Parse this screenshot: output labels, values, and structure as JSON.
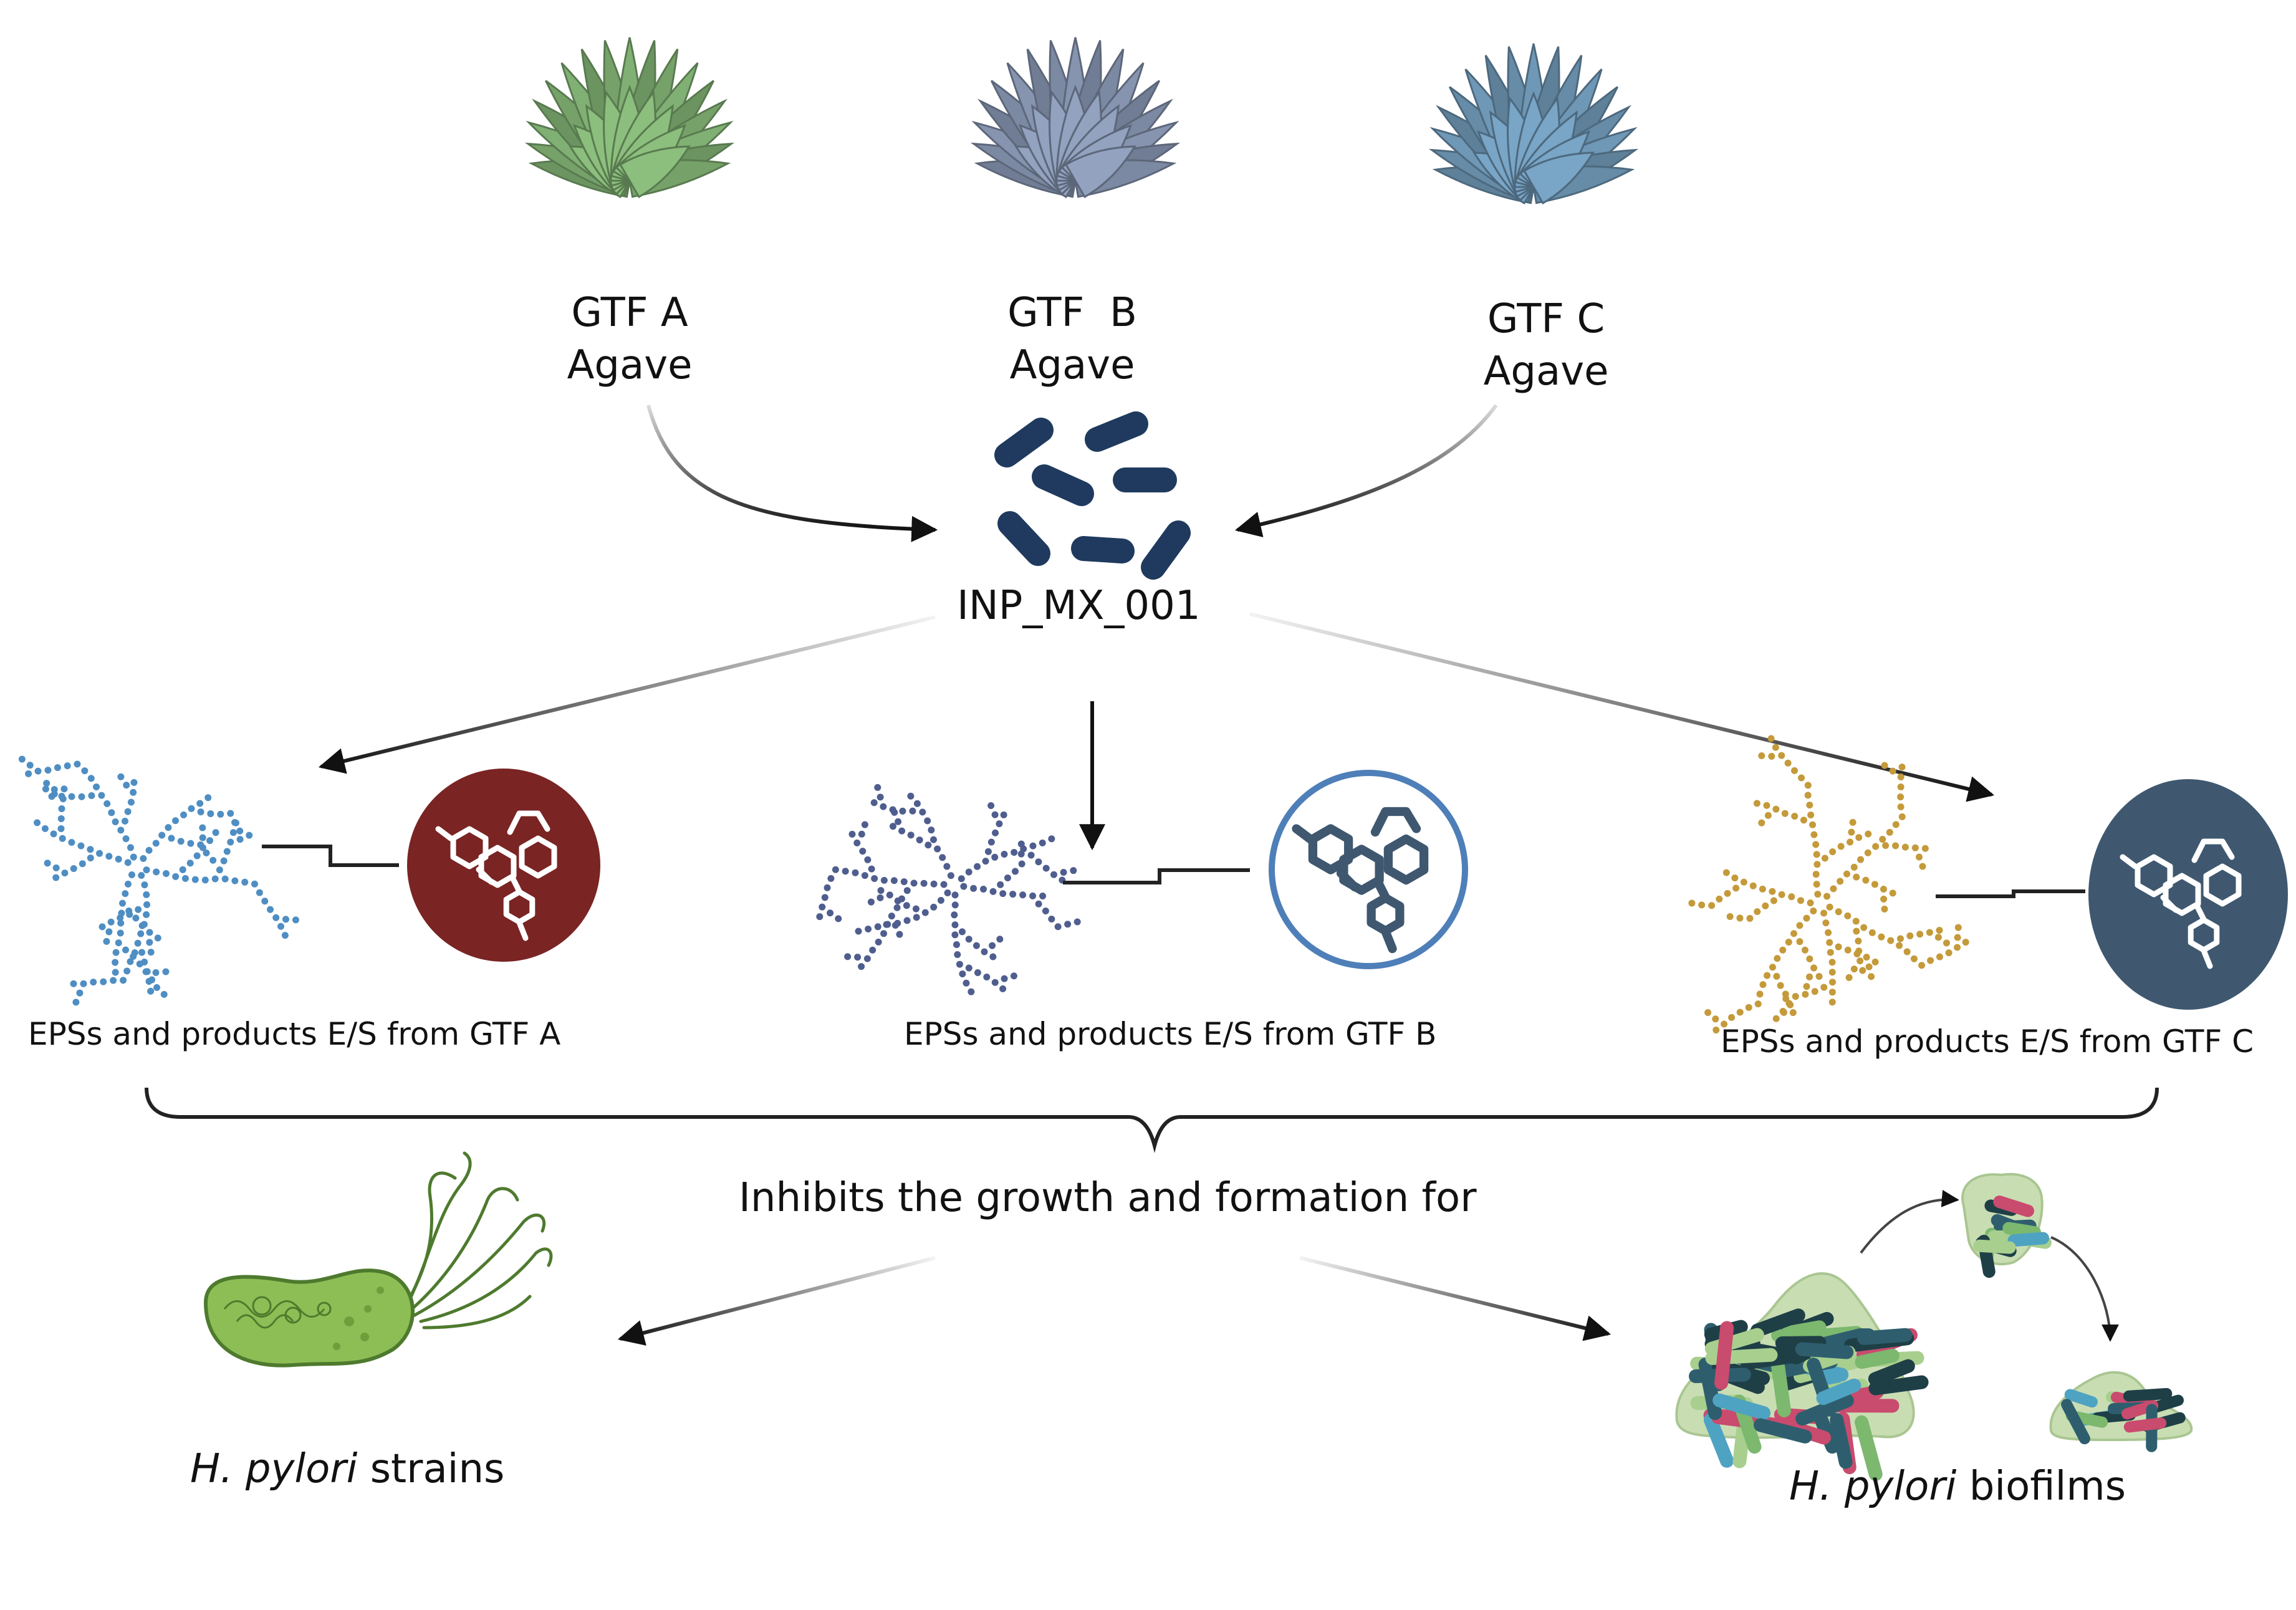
{
  "sources": [
    {
      "name": "GTF A",
      "plant": "Agave",
      "color": "#7FAE72"
    },
    {
      "name": "GTF  B",
      "plant": "Agave",
      "color": "#8593AE"
    },
    {
      "name": "GTF C",
      "plant": "Agave",
      "color": "#6E96B4"
    }
  ],
  "strain": "INP_MX_001",
  "products": [
    {
      "label": "EPSs and products E/S from GTF A",
      "dot_color": "#4F8EC3",
      "circle_color": "#7A2424"
    },
    {
      "label": "EPSs and products E/S from GTF B",
      "dot_color": "#4F5E8E",
      "circle_color": "#4E7FB8"
    },
    {
      "label": "EPSs and products E/S from GTF C",
      "dot_color": "#C49A3A",
      "circle_color": "#3F5870"
    }
  ],
  "effect": "Inhibits  the growth and formation for",
  "targets": [
    {
      "italic": "H. pylori",
      "rest": " strains"
    },
    {
      "italic": "H. pylori",
      "rest": " biofilms"
    }
  ]
}
